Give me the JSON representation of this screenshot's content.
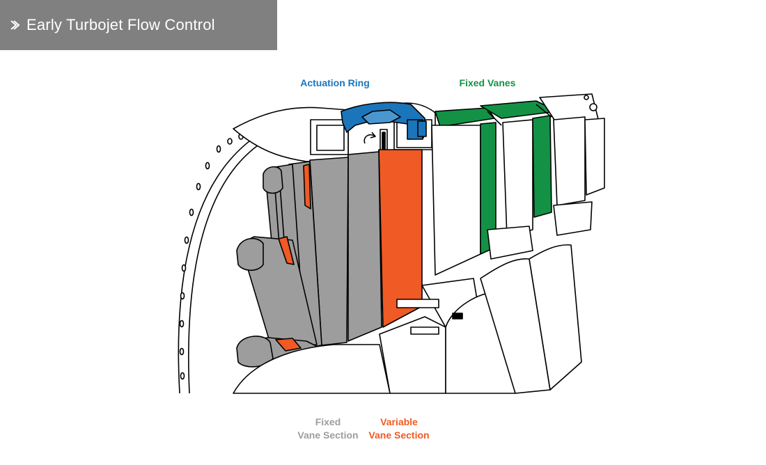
{
  "header": {
    "title": "Early Turbojet Flow Control",
    "icon": "chevron-right-icon"
  },
  "diagram": {
    "labels": {
      "actuation_ring": "Actuation Ring",
      "fixed_vanes": "Fixed Vanes",
      "fixed_vane_section_line1": "Fixed",
      "fixed_vane_section_line2": "Vane Section",
      "variable_vane_section_line1": "Variable",
      "variable_vane_section_line2": "Vane Section"
    },
    "colors": {
      "actuation_ring": "#1b75bb",
      "fixed_vanes": "#139246",
      "fixed_vane_section": "#9d9d9d",
      "variable_vane_section": "#f05a24",
      "title_bar": "#808080"
    }
  }
}
